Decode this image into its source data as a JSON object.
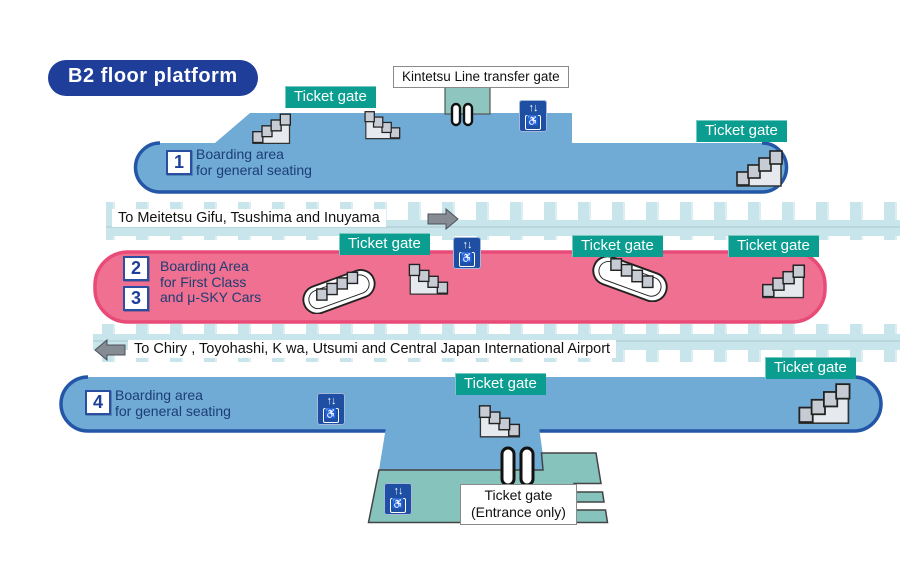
{
  "title": "B2 floor platform",
  "labels": {
    "ticket_gate": "Ticket gate",
    "kintetsu_gate": "Kintetsu Line transfer gate",
    "entrance_gate_line1": "Ticket gate",
    "entrance_gate_line2": "(Entrance only)"
  },
  "directions": {
    "up_line": {
      "text": "To Meitetsu Gifu, Tsushima and Inuyama",
      "arrow": "right"
    },
    "down_line": {
      "text": "To Chiry , Toyohashi, K wa, Utsumi and Central Japan International Airport",
      "arrow": "left"
    }
  },
  "platforms": {
    "p1": {
      "number": "1",
      "line1": "Boarding area",
      "line2": "for general seating"
    },
    "p23": {
      "number_top": "2",
      "number_bottom": "3",
      "line1": "Boarding Area",
      "line2": "for First Class",
      "line3": "and μ-SKY Cars"
    },
    "p4": {
      "number": "4",
      "line1": "Boarding area",
      "line2": "for general seating"
    }
  },
  "icons": {
    "elevator_arrows": "↑↓",
    "wheelchair": "♿"
  },
  "colors": {
    "platform_blue": "#6fabd4",
    "platform_blue_border": "#2456a8",
    "platform_pink": "#ef7090",
    "platform_pink_border": "#e84b78",
    "ticket_gate_teal": "#0a9d90",
    "entrance_teal": "#85c3bc",
    "title_bg": "#1e3e99",
    "elevator_bg": "#1e4fa3",
    "track": "#c7e5eb"
  }
}
